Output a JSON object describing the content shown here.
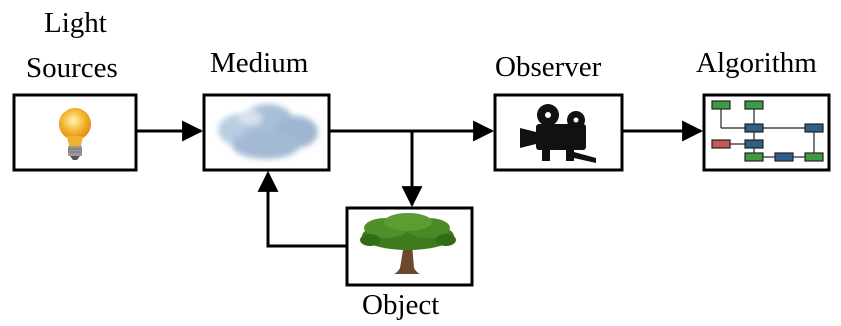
{
  "diagram": {
    "labels": {
      "light_line1": "Light",
      "light_line2": "Sources",
      "medium": "Medium",
      "observer": "Observer",
      "algorithm": "Algorithm",
      "object": "Object"
    },
    "icons": {
      "light": "light-bulb-icon",
      "medium": "cloud-icon",
      "observer": "movie-camera-icon",
      "algorithm": "flowchart-icon",
      "object": "tree-icon"
    },
    "colors": {
      "stroke": "#000000",
      "bulb": "#f5a623",
      "cloud": "#a9bfd8",
      "tree_leaf": "#3f7a1e",
      "tree_trunk": "#6b4a2b",
      "flow_green": "#3f9b3f",
      "flow_blue": "#2d5f88",
      "flow_red": "#c9565e"
    }
  }
}
